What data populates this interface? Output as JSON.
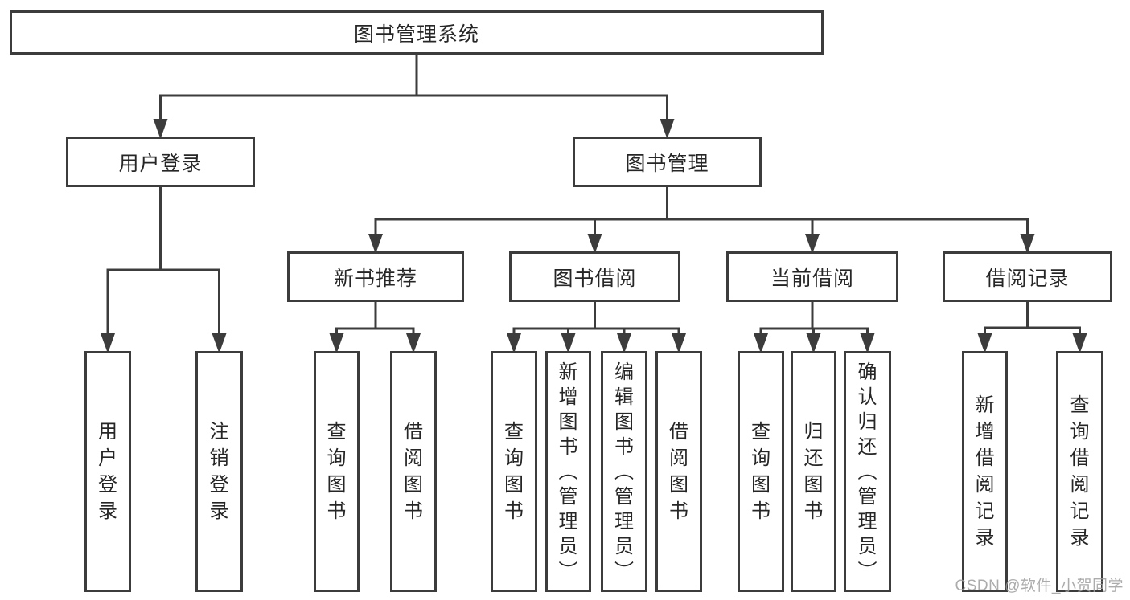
{
  "diagram": {
    "title": "图书管理系统",
    "nodes": [
      {
        "id": "root",
        "label": "图书管理系统",
        "orientation": "horizontal",
        "parent": null
      },
      {
        "id": "user-login",
        "label": "用户登录",
        "orientation": "horizontal",
        "parent": "root"
      },
      {
        "id": "book-management",
        "label": "图书管理",
        "orientation": "horizontal",
        "parent": "root"
      },
      {
        "id": "login",
        "label": "用户登录",
        "orientation": "vertical",
        "parent": "user-login"
      },
      {
        "id": "logout",
        "label": "注销登录",
        "orientation": "vertical",
        "parent": "user-login"
      },
      {
        "id": "new-book-recommend",
        "label": "新书推荐",
        "orientation": "horizontal",
        "parent": "book-management"
      },
      {
        "id": "book-borrow",
        "label": "图书借阅",
        "orientation": "horizontal",
        "parent": "book-management"
      },
      {
        "id": "current-borrow",
        "label": "当前借阅",
        "orientation": "horizontal",
        "parent": "book-management"
      },
      {
        "id": "borrow-records",
        "label": "借阅记录",
        "orientation": "horizontal",
        "parent": "book-management"
      },
      {
        "id": "nbr-query-books",
        "label": "查询图书",
        "orientation": "vertical",
        "parent": "new-book-recommend"
      },
      {
        "id": "nbr-borrow-books",
        "label": "借阅图书",
        "orientation": "vertical",
        "parent": "new-book-recommend"
      },
      {
        "id": "bb-query-books",
        "label": "查询图书",
        "orientation": "vertical",
        "parent": "book-borrow"
      },
      {
        "id": "bb-add-books",
        "label": "新增图书（管理员）",
        "orientation": "vertical",
        "parent": "book-borrow"
      },
      {
        "id": "bb-edit-books",
        "label": "编辑图书（管理员）",
        "orientation": "vertical",
        "parent": "book-borrow"
      },
      {
        "id": "bb-borrow-books",
        "label": "借阅图书",
        "orientation": "vertical",
        "parent": "book-borrow"
      },
      {
        "id": "cb-query-books",
        "label": "查询图书",
        "orientation": "vertical",
        "parent": "current-borrow"
      },
      {
        "id": "cb-return-books",
        "label": "归还图书",
        "orientation": "vertical",
        "parent": "current-borrow"
      },
      {
        "id": "cb-confirm-return",
        "label": "确认归还（管理员）",
        "orientation": "vertical",
        "parent": "current-borrow"
      },
      {
        "id": "br-add-record",
        "label": "新增借阅记录",
        "orientation": "vertical",
        "parent": "borrow-records"
      },
      {
        "id": "br-query-record",
        "label": "查询借阅记录",
        "orientation": "vertical",
        "parent": "borrow-records"
      }
    ]
  },
  "watermark": {
    "text": "CSDN @软件_小贺同学"
  },
  "colors": {
    "line": "#3c3c3c",
    "text": "#262626",
    "background": "#ffffff",
    "watermark": "#9e9e9e"
  }
}
